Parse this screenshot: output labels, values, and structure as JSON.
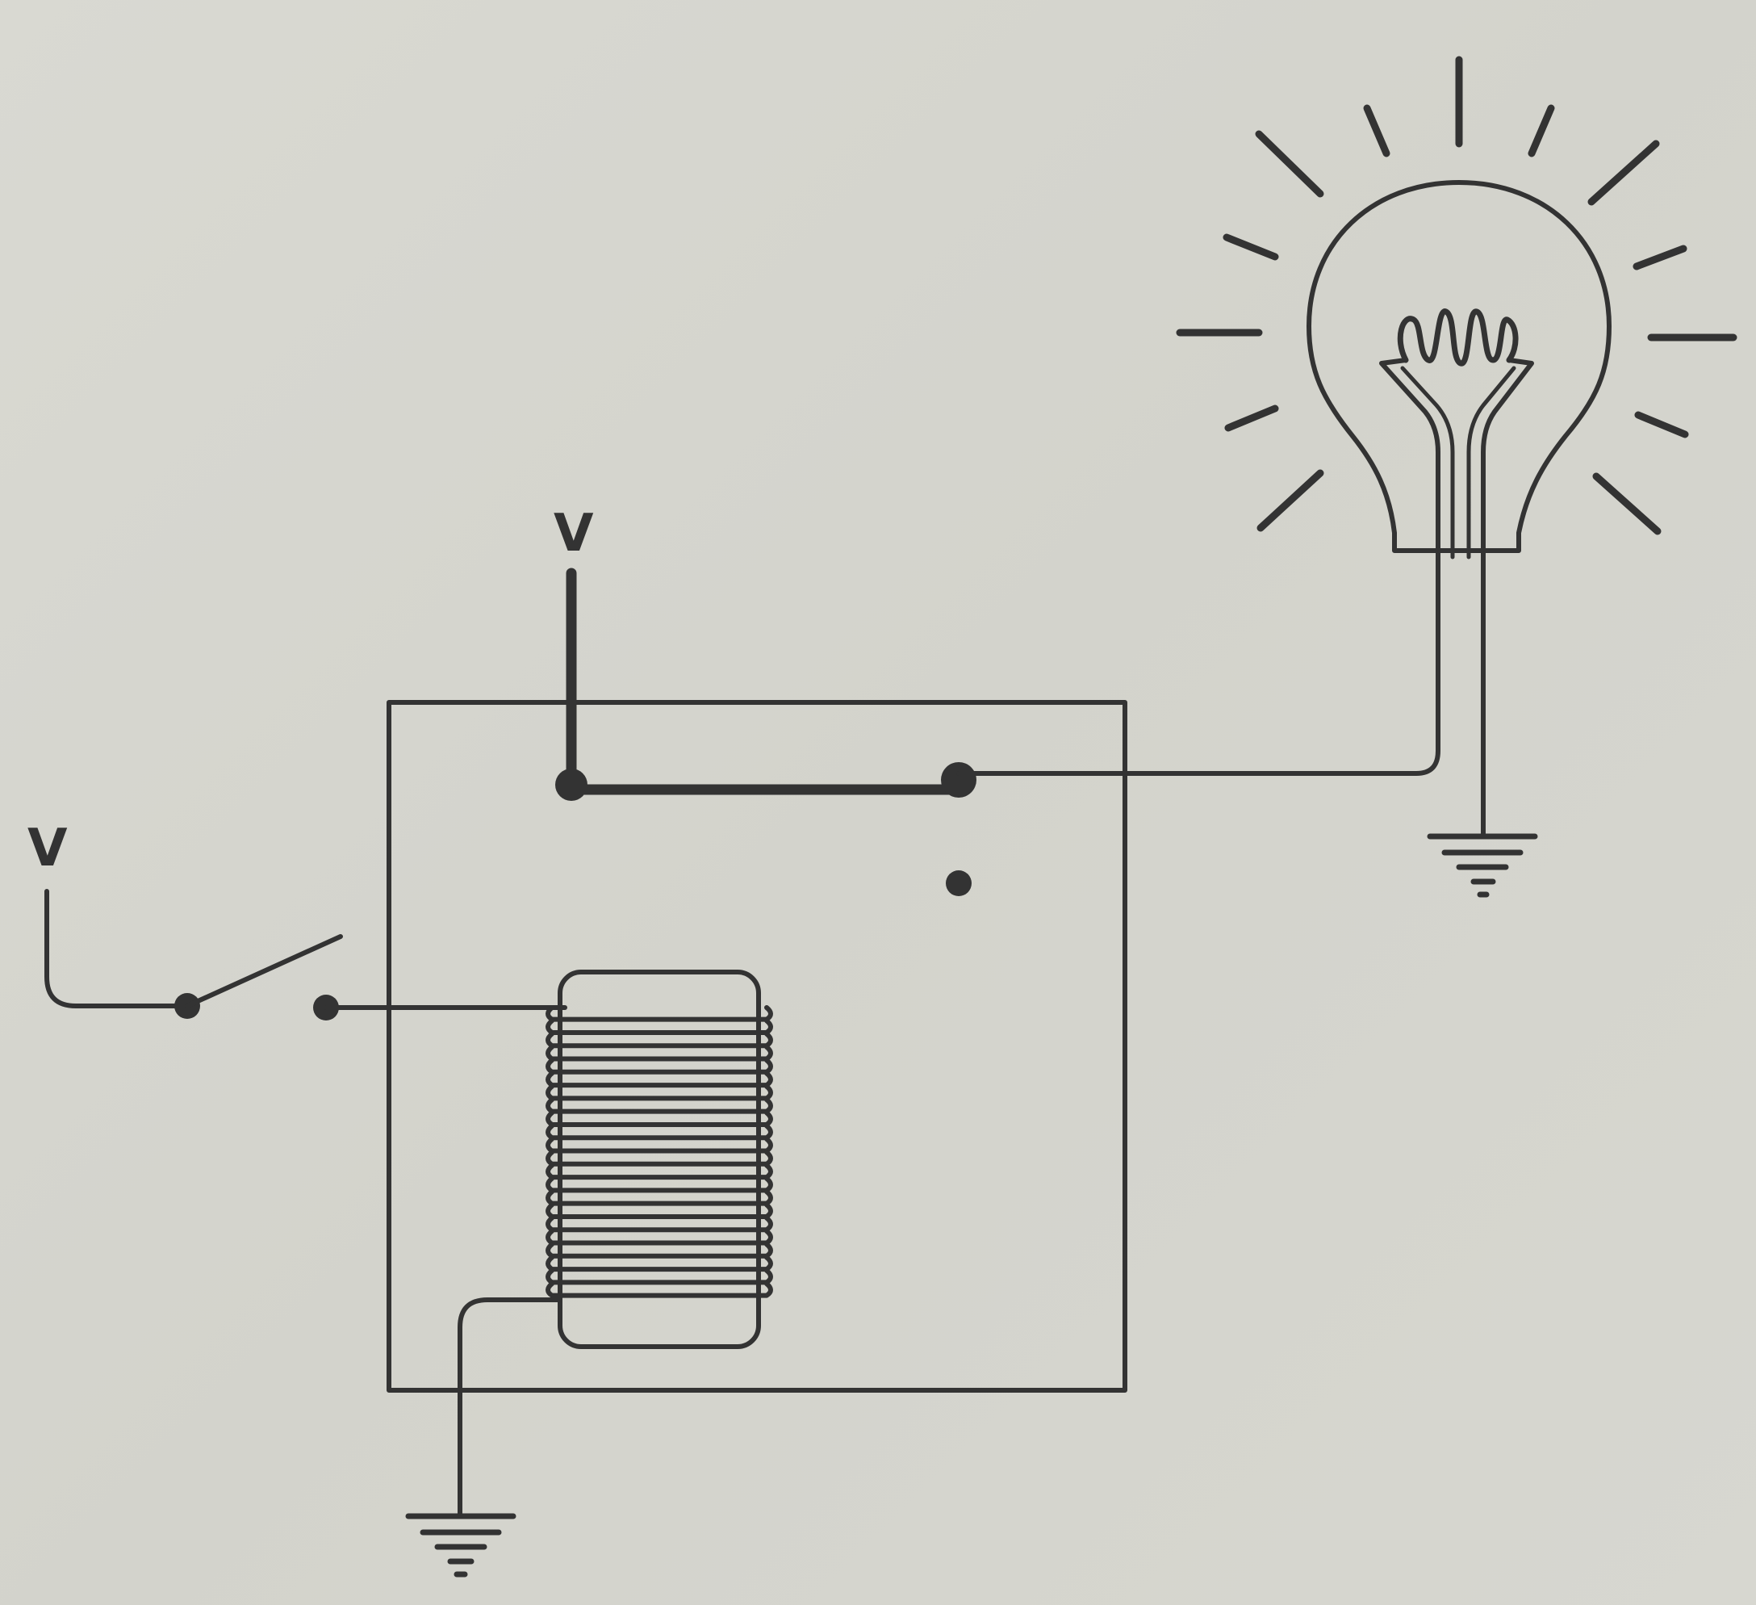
{
  "labels": {
    "supply_top": "V",
    "supply_left": "V"
  },
  "colors": {
    "ink": "#333333",
    "paper": "#d6d6cf"
  },
  "components": {
    "lamp": "light-bulb",
    "relay": "relay",
    "coil": "solenoid-coil",
    "switch": "open-switch",
    "grounds": [
      "ground-lamp",
      "ground-coil"
    ]
  }
}
